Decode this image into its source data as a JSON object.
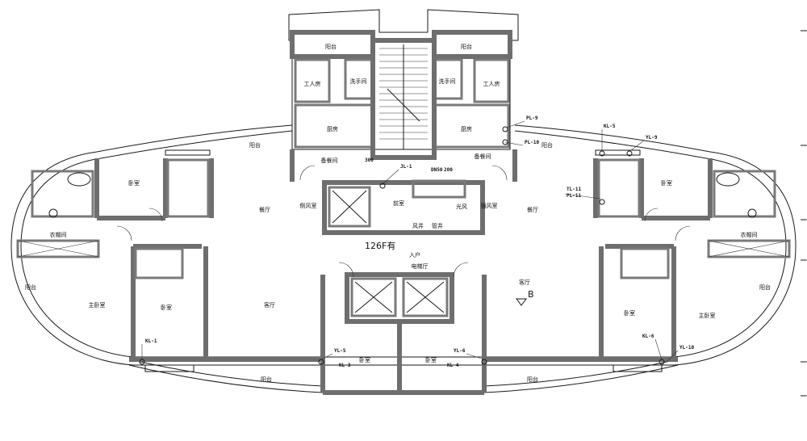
{
  "rooms": {
    "balcony_top_left": "阳台",
    "balcony_top_right": "阳台",
    "worker_room_left": "工人房",
    "worker_room_right": "工人房",
    "washroom_left": "洗手间",
    "washroom_right": "洗手间",
    "kitchen_left": "厨房",
    "kitchen_right": "厨房",
    "balcony_upper_left": "阳台",
    "balcony_upper_right": "阳台",
    "service_left": "备餐间",
    "service_right": "备餐间",
    "bedroom_nw": "卧室",
    "bedroom_ne": "卧室",
    "dining_left": "餐厅",
    "dining_right": "餐厅",
    "side_hall_left": "侧风室",
    "side_hall_right": "强风室",
    "front_room": "前室",
    "laundry_left": "衣帽间",
    "laundry_right": "衣帽间",
    "balcony_side_left": "阳台",
    "balcony_side_right": "阳台",
    "master_left": "主卧室",
    "master_right": "主卧室",
    "bedroom_left_mid": "卧室",
    "bedroom_right_mid": "卧室",
    "living_left": "客厅",
    "living_right": "客厅",
    "entrance": "入户",
    "elevator_hall": "电梯厅",
    "bedroom_center_left": "卧室",
    "bedroom_center_right": "卧室",
    "balcony_bottom_left": "阳台",
    "balcony_bottom_right": "阳台",
    "shaft_a": "风井",
    "shaft_b": "管井",
    "shaft_c": "光风"
  },
  "tags": {
    "pl9": "PL-9",
    "pl10": "PL-10",
    "kl5": "KL-5",
    "yl9": "YL-9",
    "tl11": "TL-11",
    "pl11": "PL-11",
    "jl1": "JL-1",
    "dn50": "DN50",
    "d200": "200",
    "d300": "300",
    "kl1": "KL-1",
    "kl3": "KL-3",
    "yl5": "YL-5",
    "kl4": "KL-4",
    "yl6": "YL-6",
    "kl6": "KL-6",
    "yl10": "YL-10",
    "floor": "126F有",
    "section": "B"
  }
}
